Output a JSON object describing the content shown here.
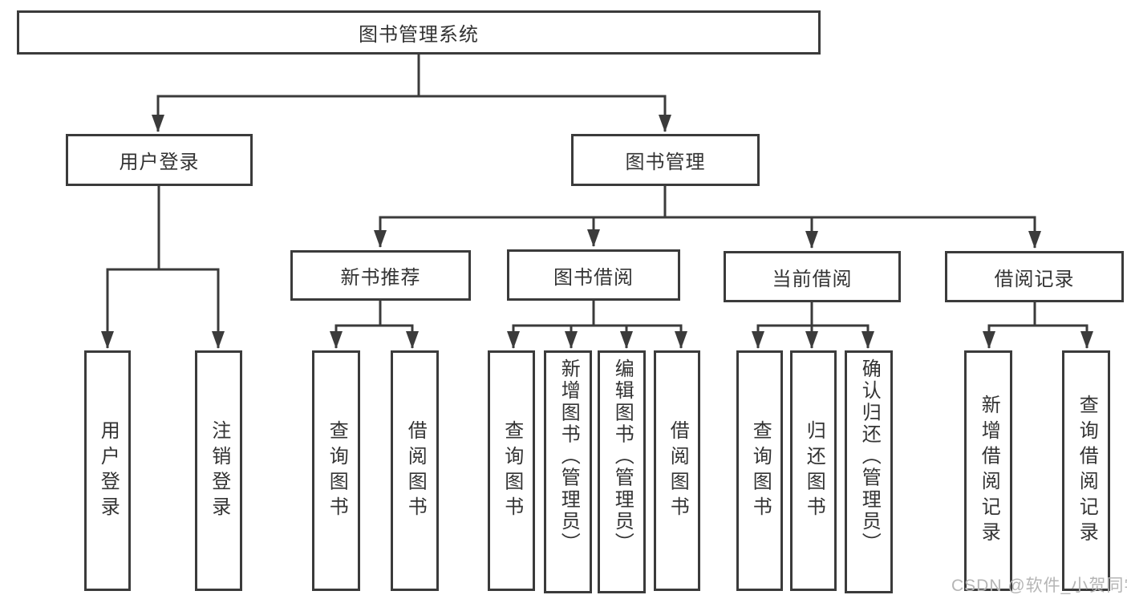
{
  "colors": {
    "line": "#3b3b3b",
    "border": "#3b3b3b",
    "text": "#333333",
    "watermark": "#b5b5b5",
    "background": "#ffffff"
  },
  "watermark": "CSDN @软件_小贺同学",
  "tree": {
    "root": "图书管理系统",
    "branches": [
      {
        "label": "用户登录",
        "children": [
          "用户登录",
          "注销登录"
        ]
      },
      {
        "label": "图书管理",
        "categories": [
          {
            "label": "新书推荐",
            "children": [
              "查询图书",
              "借阅图书"
            ]
          },
          {
            "label": "图书借阅",
            "children": [
              "查询图书",
              "新增图书（管理员）",
              "编辑图书（管理员）",
              "借阅图书"
            ]
          },
          {
            "label": "当前借阅",
            "children": [
              "查询图书",
              "归还图书",
              "确认归还（管理员）"
            ]
          },
          {
            "label": "借阅记录",
            "children": [
              "新增借阅记录",
              "查询借阅记录"
            ]
          }
        ]
      }
    ]
  }
}
